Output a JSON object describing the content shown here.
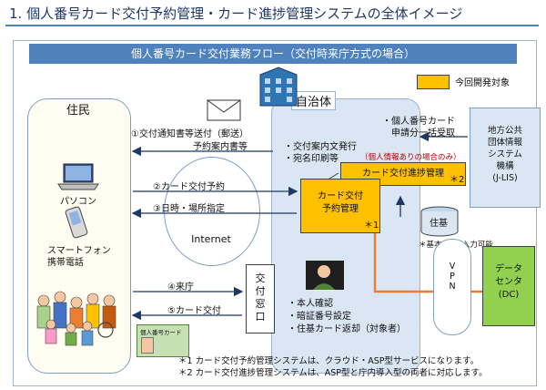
{
  "title": "1. 個人番号カード交付予約管理・カード進捗管理システムの全体イメージ",
  "banner": "個人番号カード交付業務フロー（交付時来庁方式の場合）",
  "legend": {
    "label": "今回開発対象",
    "color": "#ffc000"
  },
  "residents": {
    "title": "住民",
    "pc": "パソコン",
    "smartphone_line1": "スマートフォン",
    "smartphone_line2": "携帯電話"
  },
  "municipality": {
    "title": "自治体",
    "tasks_line1": "・交付案内文発行",
    "tasks_line2": "・宛名印刷等",
    "bulk_line1": "・個人番号カード",
    "bulk_line2": "申請分一括受取",
    "note_info": "（個人情報ありの場合のみ）",
    "window_chars": [
      "交",
      "付",
      "窓",
      "口"
    ],
    "window_steps": [
      "・本人確認",
      "・暗証番号設定",
      "・住基カード返却（対象者）"
    ],
    "resident_registry": "住基",
    "registry_note": "＊基本4情報入力可能"
  },
  "systems": {
    "reservation_line1": "カード交付",
    "reservation_line2": "予約管理",
    "reservation_mark": "＊1",
    "progress": "カード交付進捗管理",
    "progress_mark": "＊2"
  },
  "external": {
    "jlis_lines": [
      "地方公共",
      "団体情報",
      "システム",
      "機構",
      "(J-LIS)"
    ],
    "dc_lines": [
      "データ",
      "センタ",
      "(DC)"
    ],
    "vpn_chars": [
      "V",
      "P",
      "N"
    ],
    "internet": "Internet"
  },
  "flows": {
    "f1_line1": "①交付通知書等送付（郵送）",
    "f1_line2": "予約案内書等",
    "f2": "②カード交付予約",
    "f3": "③日時・場所指定",
    "f4": "④来庁",
    "f5": "⑤カード交付"
  },
  "card": {
    "label": "個人番号カード"
  },
  "footnotes": [
    "＊1 カード交付予約管理システムは、クラウド・ASP型サービスになります。",
    "＊2 カード交付進捗管理システムは、ASP型と庁内導入型の両者に対応します。"
  ]
}
